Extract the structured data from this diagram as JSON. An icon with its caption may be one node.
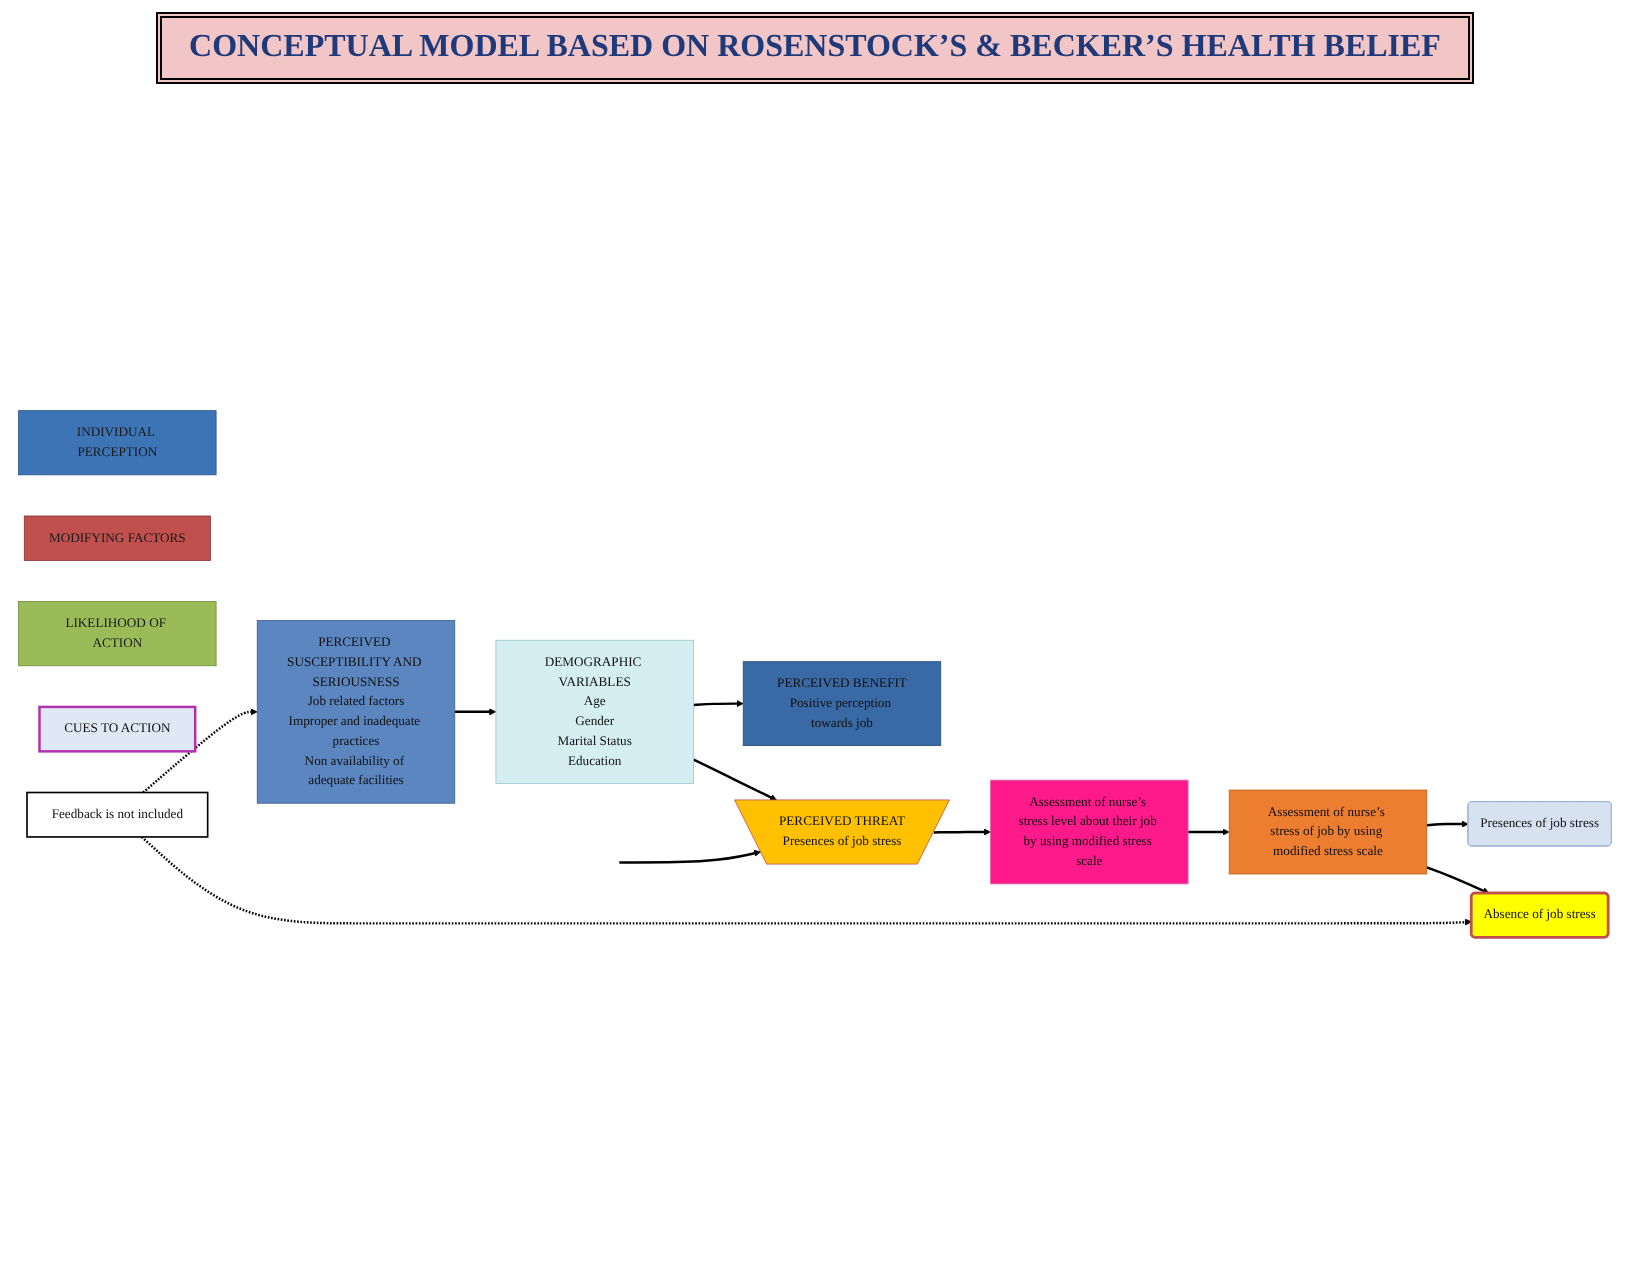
{
  "diagram": {
    "title": "CONCEPTUAL MODEL BASED ON ROSENSTOCK’S & BECKER’S HEALTH BELIEF",
    "nodes": [
      {
        "text": [
          "INDIVIDUAL PERCEPTION"
        ]
      },
      {
        "text": [
          "MODIFYING FACTORS"
        ]
      },
      {
        "text": [
          "LIKELIHOOD OF ACTION"
        ]
      },
      {
        "text": [
          "PERCEIVED SUSCEPTIBILITY AND SERIOUSNESS",
          "Job related factors",
          "Improper and inadequate practices",
          "Non availability of adequate facilities"
        ]
      },
      {
        "text": [
          "DEMOGRAPHIC VARIABLES",
          "Age",
          "Gender",
          "Marital Status",
          "Education"
        ]
      },
      {
        "text": [
          "PERCEIVED BENEFIT",
          "Positive perception towards job"
        ]
      },
      {
        "text": [
          "Presences of job stress"
        ]
      },
      {
        "text": [
          "PERCEIVED THREAT",
          "Presences of job stress"
        ]
      },
      {
        "text": [
          "Assessment of nurse’s stress level about their job by using modified stress scale"
        ]
      },
      {
        "text": [
          "Assessment of nurse’s stress of job by using modified stress scale"
        ]
      },
      {
        "text": [
          "Absence of job stress"
        ]
      },
      {
        "text": [
          "CUES TO ACTION"
        ]
      },
      {
        "text": [
          "Feedback is not included"
        ]
      }
    ],
    "edges": [
      {
        "from": 3,
        "to": 4,
        "arrow": "to"
      },
      {
        "from": 4,
        "to": 5,
        "arrow": "to"
      },
      {
        "from": 4,
        "to": 7,
        "arrow": "to"
      },
      {
        "from": null,
        "to": 7,
        "arrow": "to"
      },
      {
        "from": 7,
        "to": 8,
        "arrow": "to"
      },
      {
        "from": 8,
        "to": 9,
        "arrow": "to"
      },
      {
        "from": 9,
        "to": 6,
        "arrow": "to"
      },
      {
        "from": 9,
        "to": 10,
        "arrow": "to"
      },
      {
        "from": 12,
        "to": 3,
        "arrow": "to",
        "style": "dashed"
      },
      {
        "from": 12,
        "to": 10,
        "arrow": "to",
        "style": "dashed"
      }
    ]
  }
}
